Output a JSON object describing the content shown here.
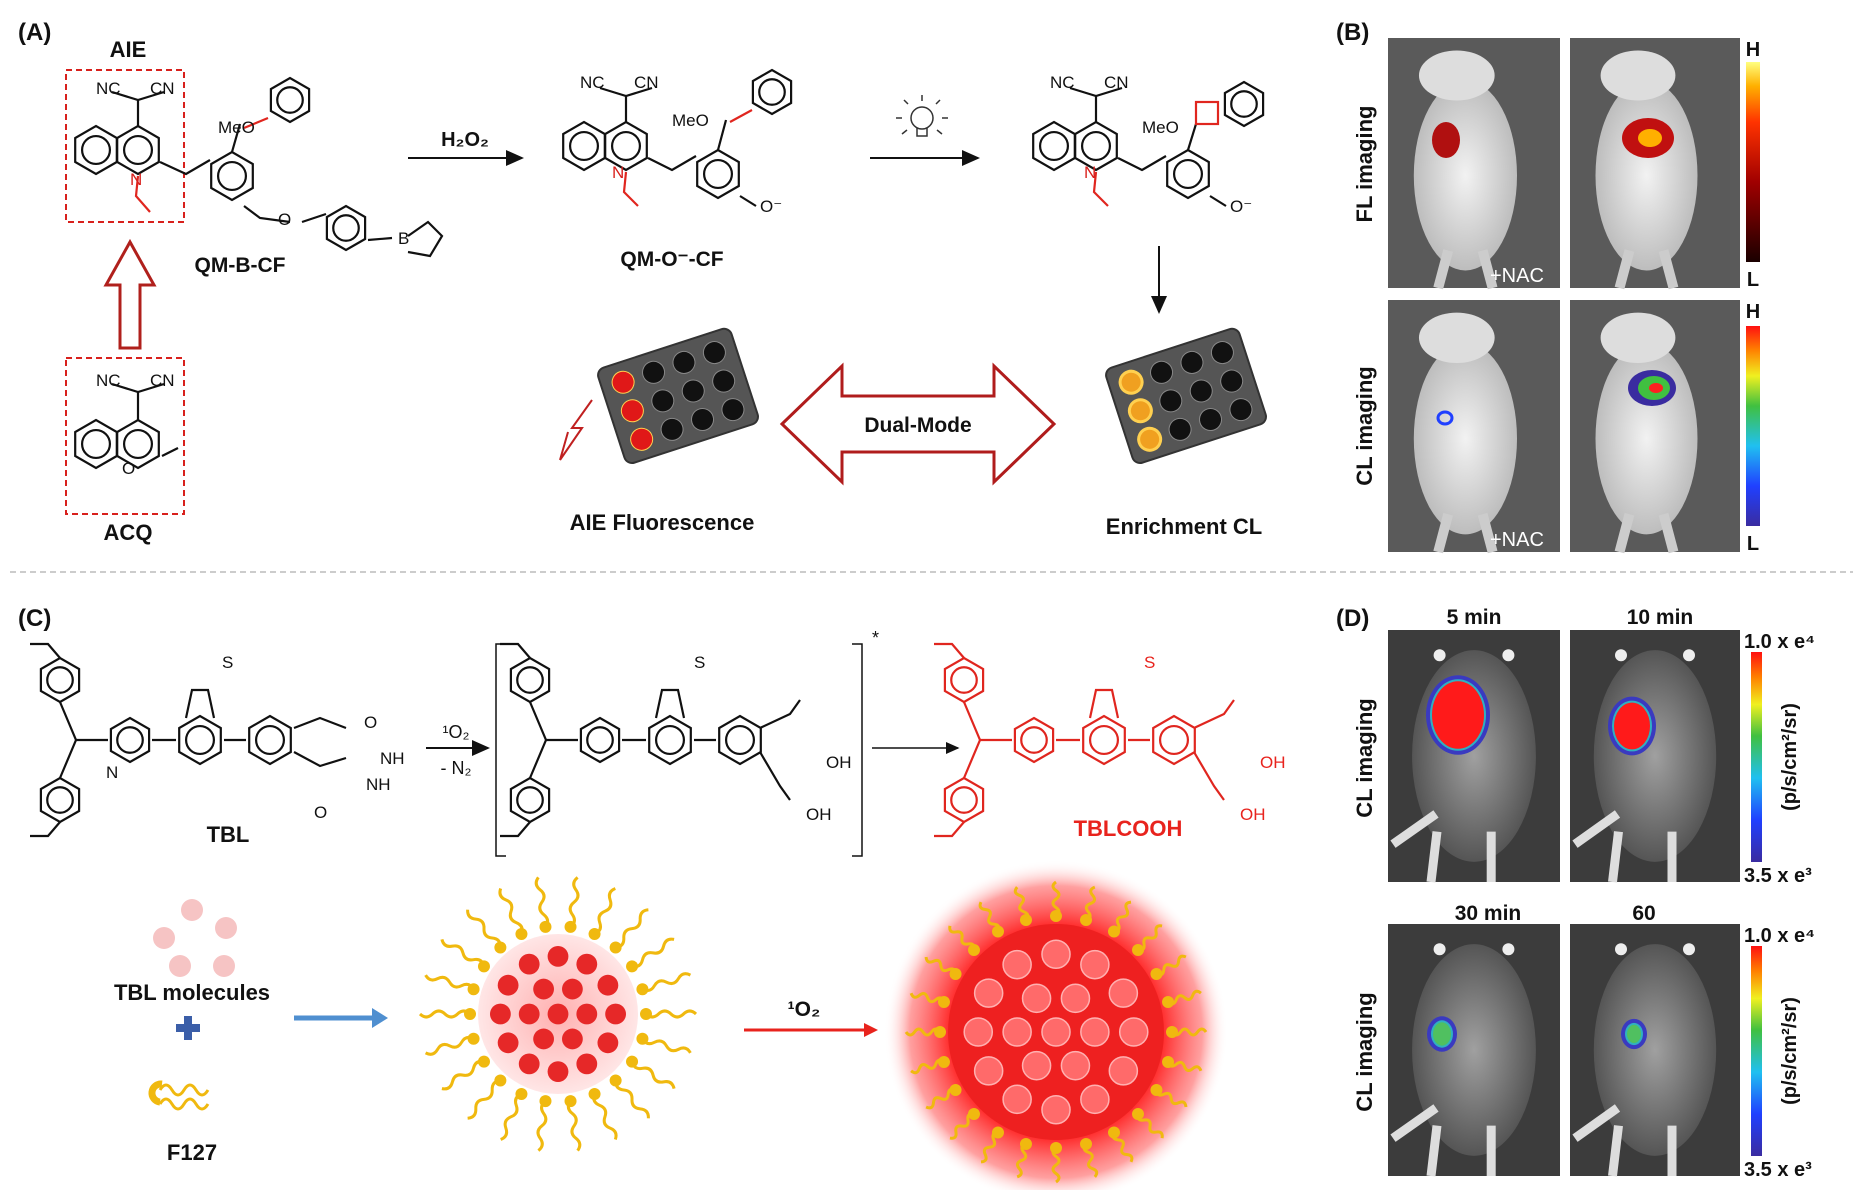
{
  "panels": {
    "a": "(A)",
    "b": "(B)",
    "c": "(C)",
    "d": "(D)"
  },
  "panel_a": {
    "aie_label": "AIE",
    "acq_label": "ACQ",
    "probe_name": "QM-B-CF",
    "intermediate_name": "QM-O⁻-CF",
    "reagent": "H₂O₂",
    "dual_mode": "Dual-Mode",
    "fluorescence_label": "AIE Fluorescence",
    "cl_label": "Enrichment CL",
    "atoms": {
      "nc": "NC",
      "cn": "CN",
      "n": "N",
      "o": "O",
      "meo": "MeO",
      "b": "B",
      "o_minus": "O⁻"
    },
    "colors": {
      "red": "#d8201c",
      "blue": "#2a2ae0"
    }
  },
  "panel_b": {
    "row1_label": "FL imaging",
    "row2_label": "CL imaging",
    "nac_label": "+NAC",
    "scale_high": "H",
    "scale_low": "L"
  },
  "panel_c": {
    "reactant": "TBL",
    "product": "TBLCOOH",
    "reagent": "¹O₂",
    "byproduct": "- N₂",
    "excited": "*",
    "molecules_label": "TBL molecules",
    "polymer_label": "F127",
    "plus": "+",
    "atoms": {
      "n": "N",
      "s": "S",
      "o": "O",
      "nh": "NH",
      "oh": "OH"
    },
    "colors": {
      "product": "#e8231d",
      "blue_arrow": "#4f8fd0",
      "micelle": "#f0b90f"
    }
  },
  "panel_d": {
    "row_label": "CL imaging",
    "times": [
      "5 min",
      "10 min",
      "30 min",
      "60"
    ],
    "scale_max": "1.0 x e⁴",
    "scale_min": "3.5 x e³",
    "unit": "(p/s/cm²/sr)"
  }
}
